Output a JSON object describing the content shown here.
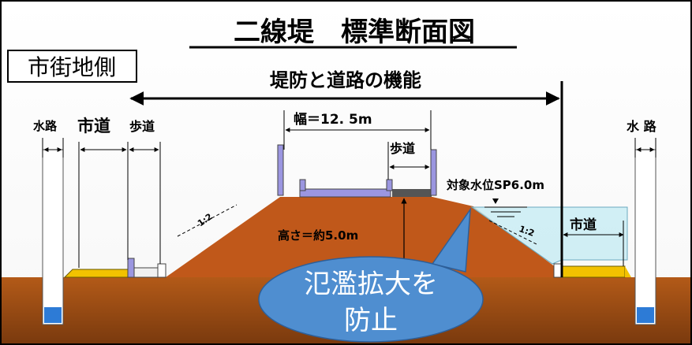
{
  "title": "二線堤　標準断面図",
  "city_side_label": "市街地側",
  "function_label": "堤防と道路の機能",
  "left": {
    "waterway": "水路",
    "city_road": "市道",
    "sidewalk": "歩道",
    "slope": "1:2"
  },
  "top": {
    "width": "幅＝12. 5m",
    "sidewalk": "歩道"
  },
  "height_label": "高さ＝約5.0m",
  "right": {
    "waterway": "水 路",
    "target_water_level": "対象水位SP6.0m",
    "slope": "1:2",
    "city_road": "市道"
  },
  "callout": {
    "line1": "氾濫拡大を",
    "line2": "防止"
  },
  "colors": {
    "embankment": "#c0581a",
    "ground": "#9a4a12",
    "water": "#c9ecf3",
    "road_yellow": "#f2c200",
    "pavement": "#9b96e0",
    "callout": "#4f8ed0"
  }
}
